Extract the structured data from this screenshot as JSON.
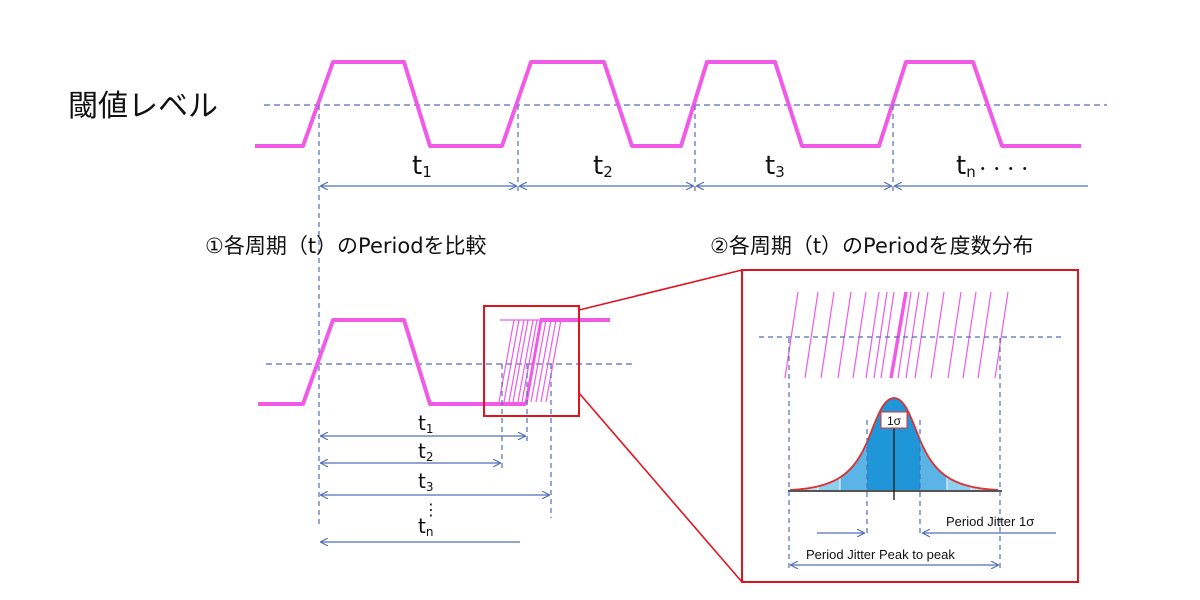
{
  "threshold_label": "閾値レベル",
  "top_periods": [
    {
      "base": "t",
      "sub": "1",
      "tail": ""
    },
    {
      "base": "t",
      "sub": "2",
      "tail": ""
    },
    {
      "base": "t",
      "sub": "3",
      "tail": ""
    },
    {
      "base": "t",
      "sub": "n",
      "tail": "・・・・"
    }
  ],
  "caption_compare": "①各周期（t）のPeriodを比較",
  "caption_distribution": "②各周期（t）のPeriodを度数分布",
  "overlay_periods": [
    {
      "base": "t",
      "sub": "1"
    },
    {
      "base": "t",
      "sub": "2"
    },
    {
      "base": "t",
      "sub": "3"
    },
    {
      "base": "t",
      "sub": "n"
    }
  ],
  "ellipsis": "⋮",
  "sigma_label": "1σ",
  "jitter_1sigma_label": "Period Jitter 1σ",
  "jitter_pp_label": "Period Jitter Peak to peak",
  "colors": {
    "waveform": "#f05ae6",
    "arrow": "#4f6db8",
    "threshold": "#4f6db8",
    "highlight_box": "#e0141e",
    "curve": "#e03030",
    "bar_light": "#8ecff0",
    "bar_mid": "#5ab4e6",
    "bar_center": "#1e96d8"
  }
}
